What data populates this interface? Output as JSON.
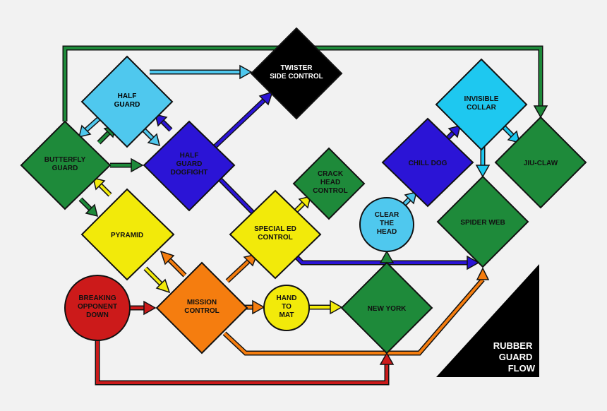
{
  "colors": {
    "background": "#f2f2f2",
    "green": "#1e8a3a",
    "cyan": "#4fc8ee",
    "light_blue": "#1ec8f0",
    "blue": "#2b14d6",
    "yellow": "#f2ea0a",
    "orange": "#f57d0f",
    "red": "#cc1a1a",
    "black": "#000000"
  },
  "nodes": {
    "half_guard": {
      "lines": [
        "HALF",
        "GUARD"
      ]
    },
    "twister_side_control": {
      "lines": [
        "TWISTER",
        "SIDE CONTROL"
      ]
    },
    "butterfly_guard": {
      "lines": [
        "BUTTERFLY",
        "GUARD"
      ]
    },
    "half_guard_dogfight": {
      "lines": [
        "HALF",
        "GUARD",
        "DOGFIGHT"
      ]
    },
    "crack_head_control": {
      "lines": [
        "CRACK",
        "HEAD",
        "CONTROL"
      ]
    },
    "invisible_collar": {
      "lines": [
        "INVISIBLE",
        "COLLAR"
      ]
    },
    "chill_dog": {
      "lines": [
        "CHILL DOG"
      ]
    },
    "jiu_claw": {
      "lines": [
        "JIU-CLAW"
      ]
    },
    "clear_the_head": {
      "lines": [
        "CLEAR",
        "THE",
        "HEAD"
      ]
    },
    "spider_web": {
      "lines": [
        "SPIDER WEB"
      ]
    },
    "pyramid": {
      "lines": [
        "PYRAMID"
      ]
    },
    "special_ed_control": {
      "lines": [
        "SPECIAL ED",
        "CONTROL"
      ]
    },
    "breaking_opponent_down": {
      "lines": [
        "BREAKING",
        "OPPONENT",
        "DOWN"
      ]
    },
    "mission_control": {
      "lines": [
        "MISSION",
        "CONTROL"
      ]
    },
    "hand_to_mat": {
      "lines": [
        "HAND",
        "TO",
        "MAT"
      ]
    },
    "new_york": {
      "lines": [
        "NEW YORK"
      ]
    }
  },
  "title": {
    "lines": [
      "RUBBER",
      "GUARD",
      "FLOW"
    ]
  }
}
